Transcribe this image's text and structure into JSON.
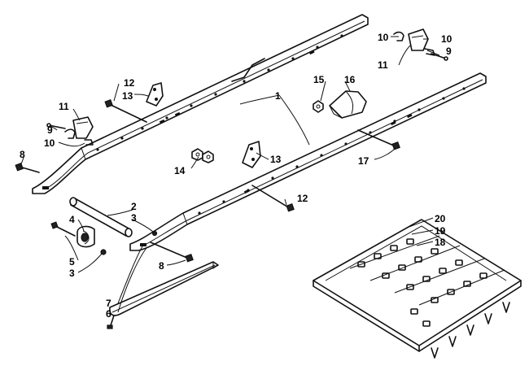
{
  "figure": {
    "labels": {
      "l1": "1",
      "l2": "2",
      "l3a": "3",
      "l3b": "3",
      "l4": "4",
      "l5": "5",
      "l6": "6",
      "l7": "7",
      "l8a": "8",
      "l8b": "8",
      "l9a": "9",
      "l9b": "9",
      "l10a": "10",
      "l10b": "10",
      "l10c": "10",
      "l11a": "11",
      "l11b": "11",
      "l12a": "12",
      "l12b": "12",
      "l13a": "13",
      "l13b": "13",
      "l14": "14",
      "l15": "15",
      "l16": "16",
      "l17": "17",
      "l18": "18",
      "l19": "19",
      "l20": "20"
    }
  }
}
